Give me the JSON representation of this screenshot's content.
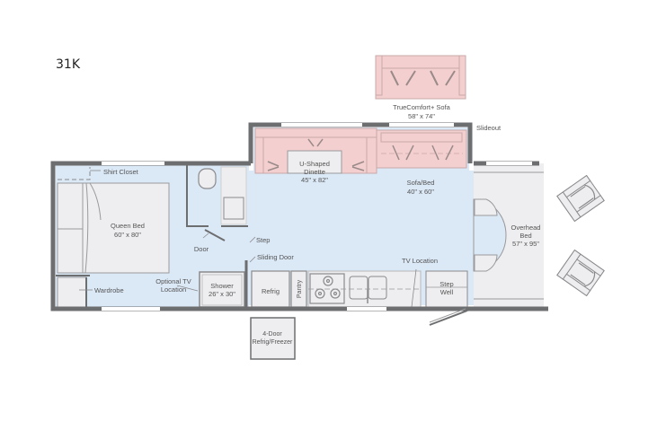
{
  "model_name": "31K",
  "colors": {
    "wall": "#6d6e70",
    "floor": "#dbe8f6",
    "furniture": "#eeeef0",
    "slideout_furniture": "#f4cfcf",
    "furniture_stroke": "#9a9a9c",
    "label": "#555555",
    "window": "#ffffff"
  },
  "labels": {
    "truecomfort_sofa": {
      "name": "TrueComfort+ Sofa",
      "size": "58\" x 74\""
    },
    "slideout": "Slideout",
    "shirt_closet": "Shirt Closet",
    "queen_bed": {
      "name": "Queen Bed",
      "size": "60\" x 80\""
    },
    "door": "Door",
    "u_shaped_dinette": {
      "name1": "U-Shaped",
      "name2": "Dinette",
      "size": "45\" x 82\""
    },
    "sofa_bed": {
      "name": "Sofa/Bed",
      "size": "40\" x 60\""
    },
    "step": "Step",
    "sliding_door": "Sliding Door",
    "tv_location": "TV Location",
    "overhead_bed": {
      "name1": "Overhead",
      "name2": "Bed",
      "size": "57\" x 95\""
    },
    "wardrobe": "Wardrobe",
    "optional_tv": {
      "line1": "Optional TV",
      "line2": "Location"
    },
    "shower": {
      "name": "Shower",
      "size": "26\" x 30\""
    },
    "refrig": "Refrig",
    "pantry": "Pantry",
    "step_well": {
      "line1": "Step",
      "line2": "Well"
    },
    "four_door_refrig": {
      "line1": "4-Door",
      "line2": "Refrig/Freezer"
    }
  }
}
